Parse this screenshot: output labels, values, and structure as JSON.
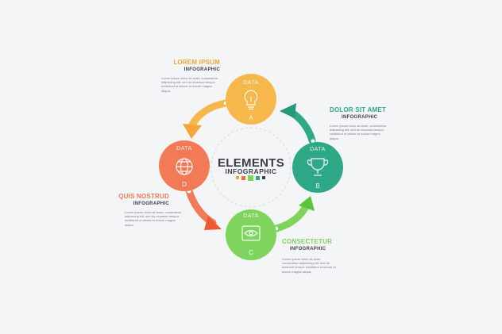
{
  "center": {
    "title": "ELEMENTS",
    "subtitle": "INFOGRAPHIC"
  },
  "legend_swatches": [
    "#f5a53a",
    "#ef6b4a",
    "#7fd45e",
    "#2fa887",
    "#3b3f44"
  ],
  "nodes": [
    {
      "key": "A",
      "top_label": "DATA",
      "letter": "A",
      "color": "#f7b84b",
      "icon": "lightbulb-icon"
    },
    {
      "key": "B",
      "top_label": "DATA",
      "letter": "B",
      "color": "#2fa887",
      "icon": "trophy-icon"
    },
    {
      "key": "C",
      "top_label": "DATA",
      "letter": "C",
      "color": "#7fd45e",
      "icon": "eye-icon"
    },
    {
      "key": "D",
      "top_label": "DATA",
      "letter": "D",
      "color": "#f27a57",
      "icon": "globe-icon"
    }
  ],
  "callouts": {
    "a": {
      "title": "LOREM IPSUM",
      "subtitle": "INFOGRAPHIC",
      "color": "#f5a53a",
      "body": "Lorem ipsum dolor sit amet, consectetur adipiscing elit, sed do eiusmod tempor incididunt ut labore et dolore magna aliqua."
    },
    "b": {
      "title": "DOLOR SIT AMET",
      "subtitle": "INFOGRAPHIC",
      "color": "#2fa887",
      "body": "Lorem ipsum dolor sit amet, consectetur adipiscing elit, sed do eiusmod tempor incididunt ut labore et dolore magna aliqua."
    },
    "c": {
      "title": "CONSECTETUR",
      "subtitle": "INFOGRAPHIC",
      "color": "#7fd45e",
      "body": "Lorem ipsum dolor sit amet, consectetur adipiscing elit, sed do eiusmod tempor incididunt ut labore et dolore magna aliqua."
    },
    "d": {
      "title": "QUIS NOSTRUD",
      "subtitle": "INFOGRAPHIC",
      "color": "#f27a57",
      "body": "Lorem ipsum dolor sit amet, consectetur adipiscing elit, sed do eiusmod tempor incididunt ut labore et dolore magna aliqua."
    }
  }
}
